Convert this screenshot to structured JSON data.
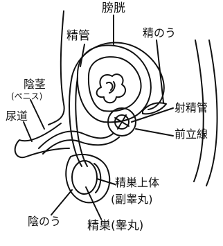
{
  "labels": {
    "bladder": "膀胱",
    "vas_deferens": "精管",
    "seminal_vesicle": "精のう",
    "penis": "陰茎",
    "penis_reading": "(ペニス)",
    "urethra": "尿道",
    "ejaculatory_duct": "射精管",
    "prostate": "前立線",
    "epididymis": "精巣上体",
    "epididymis_alt": "(副睾丸)",
    "scrotum": "陰のう",
    "testis": "精巣(睾丸)"
  },
  "colors": {
    "ink": "#111111",
    "background": "#ffffff"
  }
}
